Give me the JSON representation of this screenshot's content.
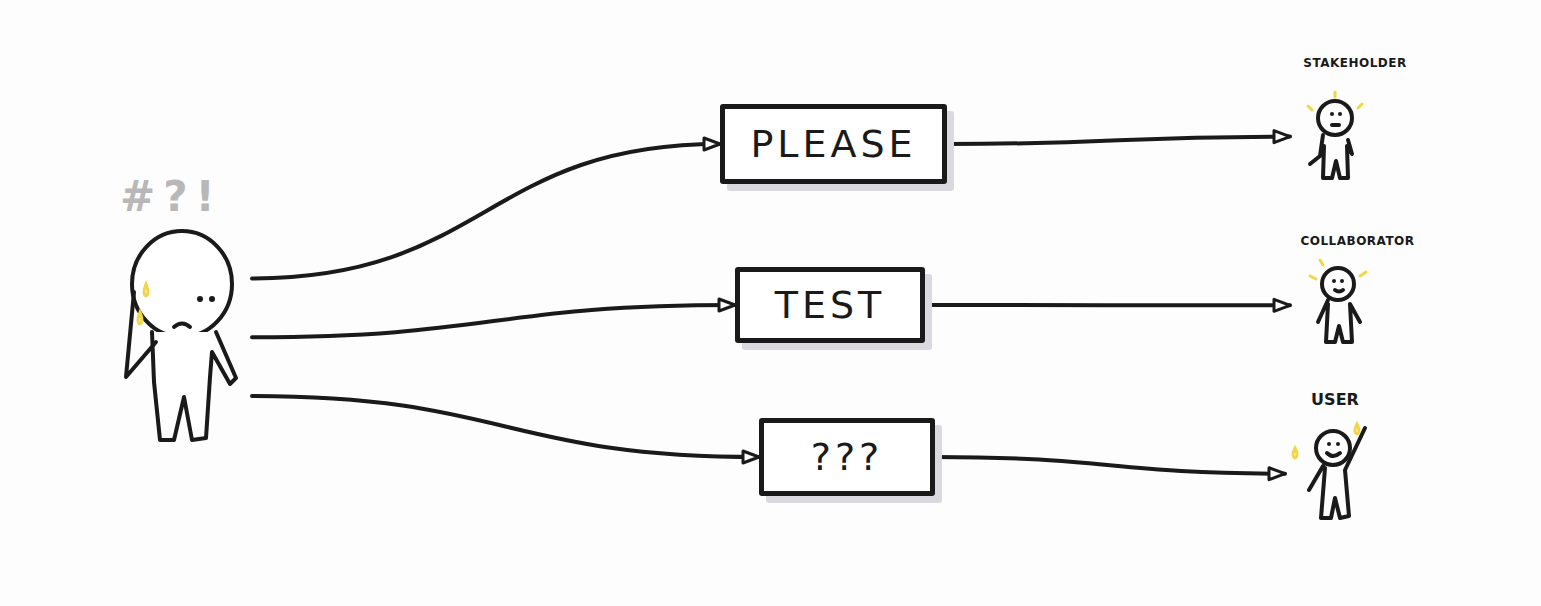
{
  "diagram": {
    "nodes": [
      {
        "text": [
          "#?!"
        ]
      },
      {
        "text": [
          "PLEASE"
        ]
      },
      {
        "text": [
          "TEST"
        ]
      },
      {
        "text": [
          "???"
        ]
      },
      {
        "text": [
          "STAKEHOLDER"
        ]
      },
      {
        "text": [
          "COLLABORATOR"
        ]
      },
      {
        "text": [
          "USER"
        ]
      }
    ],
    "edges": [
      {
        "from": 0,
        "to": 1,
        "arrow": "to"
      },
      {
        "from": 0,
        "to": 2,
        "arrow": "to"
      },
      {
        "from": 0,
        "to": 3,
        "arrow": "to"
      },
      {
        "from": 1,
        "to": 4,
        "arrow": "to"
      },
      {
        "from": 2,
        "to": 5,
        "arrow": "to"
      },
      {
        "from": 3,
        "to": 6,
        "arrow": "to"
      }
    ]
  }
}
